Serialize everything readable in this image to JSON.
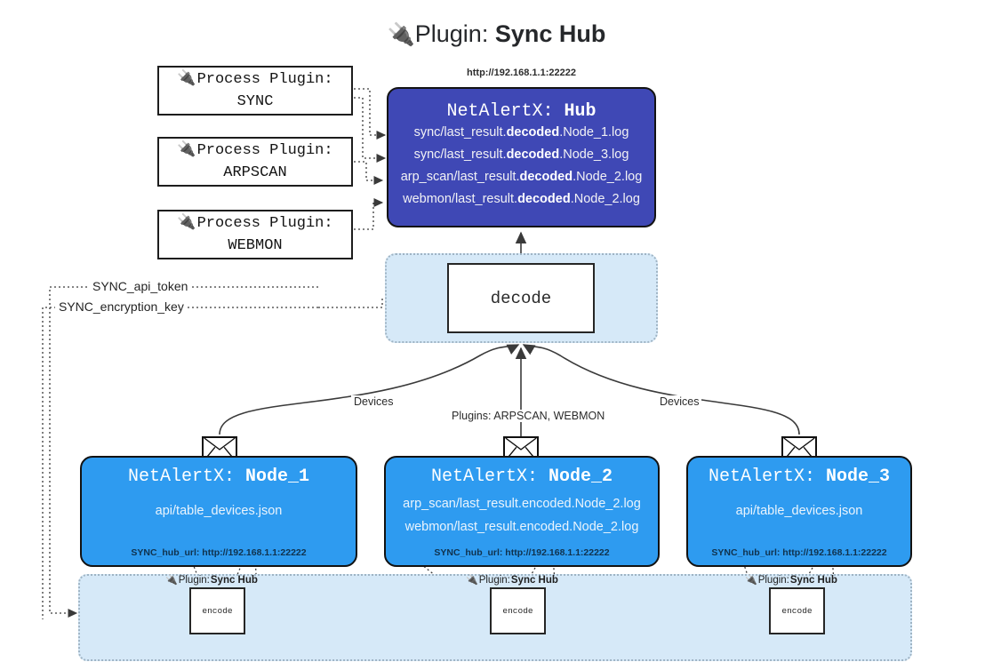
{
  "page": {
    "title_plug_icon": "electric-plug-icon",
    "title_prefix": "Plugin: ",
    "title_name": "Sync Hub"
  },
  "process_plugins": [
    {
      "icon": "electric-plug-icon",
      "line1": "Process Plugin:",
      "line2": "SYNC"
    },
    {
      "icon": "electric-plug-icon",
      "line1": "Process Plugin:",
      "line2": "ARPSCAN"
    },
    {
      "icon": "electric-plug-icon",
      "line1": "Process Plugin:",
      "line2": "WEBMON"
    }
  ],
  "hub": {
    "url": "http://192.168.1.1:22222",
    "title_prefix": "NetAlertX: ",
    "title_name": "Hub",
    "logs": [
      {
        "pre": "sync/last_result.",
        "em": "decoded",
        "post": ".Node_1.log"
      },
      {
        "pre": "sync/last_result.",
        "em": "decoded",
        "post": ".Node_3.log"
      },
      {
        "pre": "arp_scan/last_result.",
        "em": "decoded",
        "post": ".Node_2.log"
      },
      {
        "pre": "webmon/last_result.",
        "em": "decoded",
        "post": ".Node_2.log"
      }
    ]
  },
  "decode": {
    "label": "decode"
  },
  "keys": {
    "api_token": "SYNC_api_token",
    "encryption_key": "SYNC_encryption_key"
  },
  "edges": {
    "devices_left": "Devices",
    "plugins_mid": "Plugins: ARPSCAN, WEBMON",
    "devices_right": "Devices"
  },
  "nodes": [
    {
      "title_prefix": "NetAlertX: ",
      "title_name": "Node_1",
      "lines": [
        "api/table_devices.json"
      ],
      "hub_url_label": "SYNC_hub_url: http://192.168.1.1:22222"
    },
    {
      "title_prefix": "NetAlertX: ",
      "title_name": "Node_2",
      "lines": [
        "arp_scan/last_result.encoded.Node_2.log",
        "webmon/last_result.encoded.Node_2.log"
      ],
      "hub_url_label": "SYNC_hub_url: http://192.168.1.1:22222"
    },
    {
      "title_prefix": "NetAlertX: ",
      "title_name": "Node_3",
      "lines": [
        "api/table_devices.json"
      ],
      "hub_url_label": "SYNC_hub_url: http://192.168.1.1:22222"
    }
  ],
  "encoders": [
    {
      "tag_prefix": "Plugin: ",
      "tag_name": "Sync Hub",
      "label": "encode",
      "icon": "electric-plug-icon"
    },
    {
      "tag_prefix": "Plugin: ",
      "tag_name": "Sync Hub",
      "label": "encode",
      "icon": "electric-plug-icon"
    },
    {
      "tag_prefix": "Plugin: ",
      "tag_name": "Sync Hub",
      "label": "encode",
      "icon": "electric-plug-icon"
    }
  ],
  "colors": {
    "hub_blue": "#3f48b5",
    "node_blue": "#2e9bf0",
    "cluster_blue": "#d6e9f8",
    "stroke": "#333333"
  }
}
